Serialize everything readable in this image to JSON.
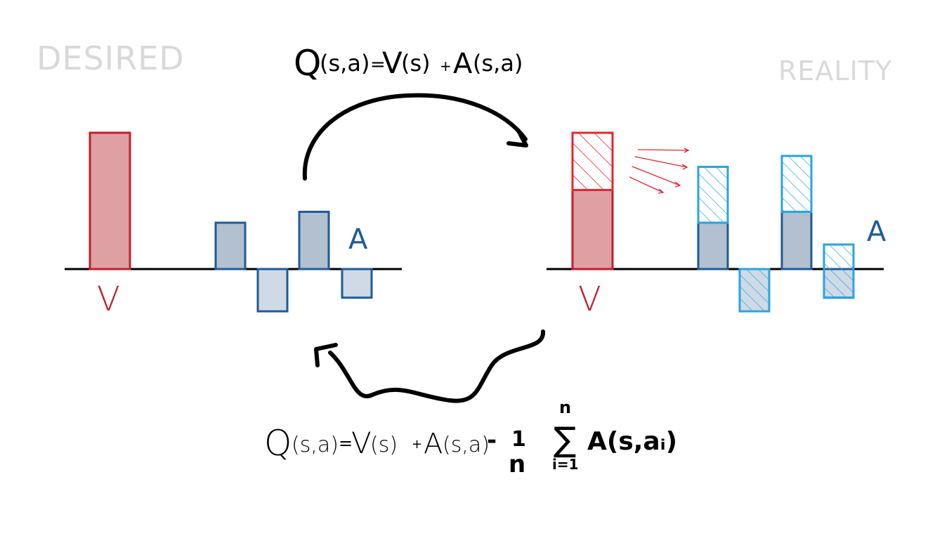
{
  "panels": {
    "desired_label": "DESIRED",
    "reality_label": "REALITY",
    "value_label": "V",
    "advantage_label": "A"
  },
  "formulas": {
    "top": {
      "q": "Q",
      "q_args": "(s,a)",
      "eq": "=",
      "v": "V",
      "v_args": "(s)",
      "plus": "+",
      "a": "A",
      "a_args": "(s,a)"
    },
    "bottom": {
      "q": "Q",
      "q_args": "(s,a)",
      "eq": "=",
      "v": "V",
      "v_args": "(s)",
      "plus": "+",
      "a": "A",
      "a_args": "(s,a)",
      "minus": "-",
      "frac_num": "1",
      "frac_den": "n",
      "sum_sym": "∑",
      "sum_top": "n",
      "sum_bottom": "i=1",
      "sum_term": "A(s,aᵢ)"
    }
  },
  "colors": {
    "value_fill": "#dfa0a3",
    "value_stroke": "#c11f2b",
    "value_hatch_stroke": "#e8242e",
    "adv_dark_fill": "#b2c0cf",
    "adv_dark_stroke": "#1f5b97",
    "adv_light_fill": "#cfdae6",
    "adv_hatch_stroke": "#2aa4dd",
    "arrow": "#000000",
    "faded_label": "#d9d9d9",
    "adv_label": "#1f5b97"
  },
  "desired": {
    "value": 1.0,
    "advantages": [
      0.34,
      -0.31,
      0.42,
      -0.21
    ]
  },
  "reality": {
    "value_base": 0.58,
    "value_extra": 0.42,
    "advantages": [
      {
        "base": 0.34,
        "extra": 0.41
      },
      {
        "base": 0.0,
        "extra": -0.31
      },
      {
        "base": 0.42,
        "extra": 0.41
      },
      {
        "base": -0.21,
        "extra": 0.18
      }
    ]
  }
}
